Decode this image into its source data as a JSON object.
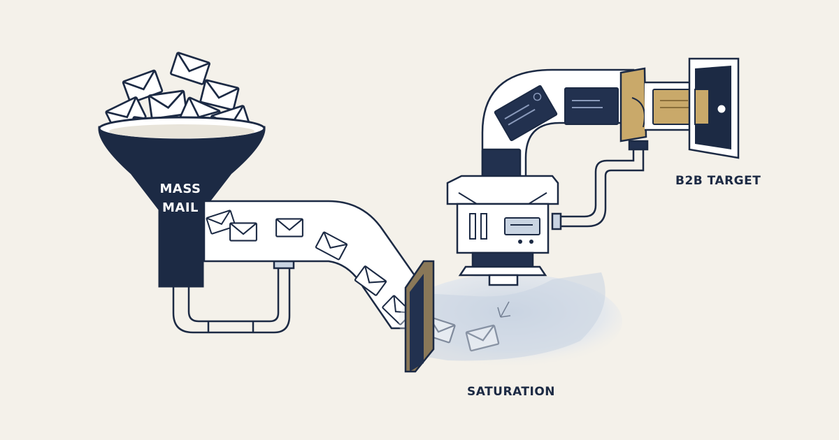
{
  "labels": {
    "funnel_line1": "MASS",
    "funnel_line2": "MAIL",
    "saturation": "SATURATION",
    "target": "B2B TARGET"
  },
  "colors": {
    "background": "#f4f1ea",
    "ink": "#1c2a44",
    "navy": "#22314f",
    "kraft": "#c9a96a",
    "mist": "#c9d4e2"
  }
}
